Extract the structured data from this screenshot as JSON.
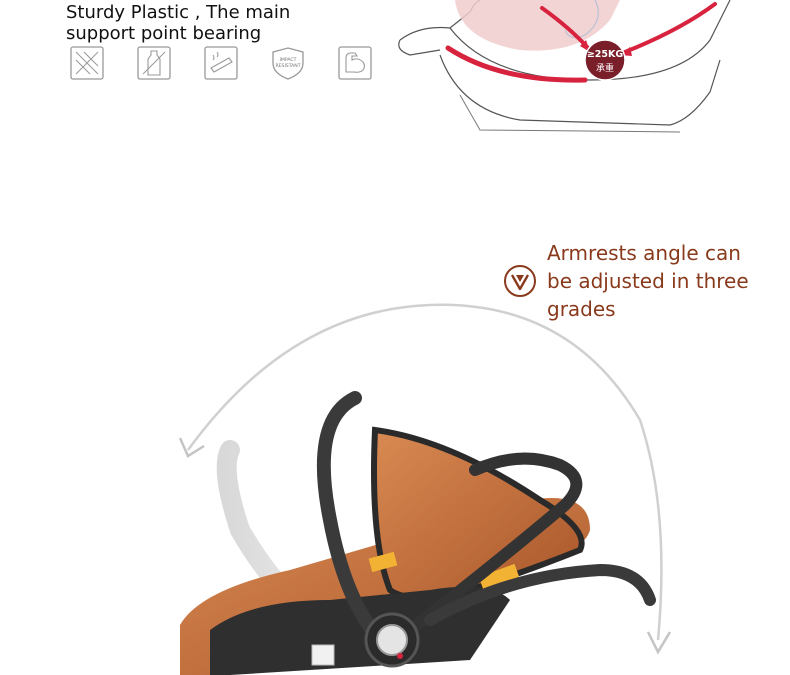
{
  "top_section": {
    "title_line1": "Sturdy Plastic , The main",
    "title_line2": "support point bearing",
    "icons": [
      {
        "name": "hatched-square-icon"
      },
      {
        "name": "bottle-icon"
      },
      {
        "name": "water-splash-icon"
      },
      {
        "name": "impact-resistant-shield-icon",
        "text_line1": "IMPACT",
        "text_line2": "RESISTANT"
      },
      {
        "name": "strength-arm-icon"
      }
    ],
    "load_badge": {
      "line1": "≥25KG",
      "line2": "承重"
    }
  },
  "armrest_section": {
    "caption_line1": "Armrests angle can",
    "caption_line2": "be adjusted in three",
    "caption_line3": "grades"
  },
  "colors": {
    "caption_text": "#8a3a1c",
    "leather": "#c7703e",
    "red_arrow": "#d8233f",
    "badge": "#7a1e2a"
  }
}
